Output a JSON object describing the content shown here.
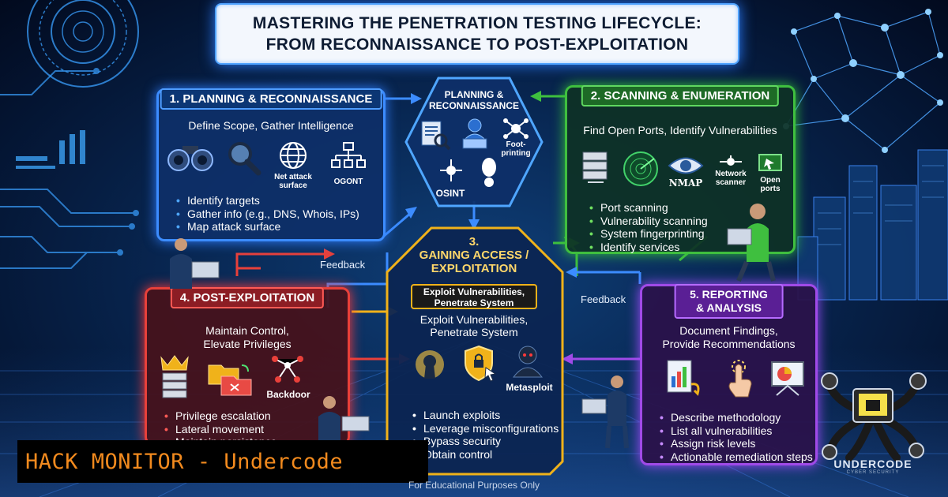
{
  "title": {
    "line1": "MASTERING THE PENETRATION TESTING LIFECYCLE:",
    "line2": "FROM RECONNAISSANCE TO POST-EXPLOITATION"
  },
  "center_top": {
    "title_line1": "PLANNING &",
    "title_line2": "RECONNAISSANCE",
    "footprinting_line1": "Foot-",
    "footprinting_line2": "printing",
    "osint": "OSINT"
  },
  "center_main": {
    "number": "3.",
    "title_line1": "GAINING ACCESS /",
    "title_line2": "EXPLOITATION",
    "tag_line1": "Exploit Vulnerabilities,",
    "tag_line2": "Penetrate System",
    "sub_line1": "Exploit Vulnerabilities,",
    "sub_line2": "Penetrate System",
    "metasploit": "Metasploit",
    "bullets": [
      "Launch exploits",
      "Leverage misconfigurations",
      "Bypass security",
      "Obtain control"
    ]
  },
  "panel1": {
    "header": "1. PLANNING & RECONNAISSANCE",
    "subtitle": "Define Scope, Gather Intelligence",
    "icon_caption_attack_line1": "Net attack",
    "icon_caption_attack_line2": "surface",
    "icon_caption_osint": "OGONT",
    "bullets": [
      "Identify targets",
      "Gather info (e.g., DNS, Whois, IPs)",
      "Map attack surface"
    ]
  },
  "panel2": {
    "header": "2. SCANNING & ENUMERATION",
    "subtitle": "Find Open Ports, Identify Vulnerabilities",
    "nmap": "NMAP",
    "network_line1": "Network",
    "network_line2": "scanner",
    "open_line1": "Open",
    "open_line2": "ports",
    "bullets": [
      "Port scanning",
      "Vulnerability scanning",
      "System fingerprinting",
      "Identify services"
    ]
  },
  "panel4": {
    "header": "4. POST-EXPLOITATION",
    "subtitle_line1": "Maintain Control,",
    "subtitle_line2": "Elevate Privileges",
    "backdoor": "Backdoor",
    "bullets": [
      "Privilege escalation",
      "Lateral movement",
      "Maintain persistence"
    ]
  },
  "panel5": {
    "header_line1": "5. REPORTING",
    "header_line2": "& ANALYSIS",
    "subtitle_line1": "Document Findings,",
    "subtitle_line2": "Provide Recommendations",
    "bullets": [
      "Describe methodology",
      "List all vulnerabilities",
      "Assign risk levels",
      "Actionable remediation steps"
    ]
  },
  "feedback_left": "Feedback",
  "feedback_right": "Feedback",
  "banner": "HACK MONITOR - Undercode",
  "footer": "For Educational Purposes Only",
  "logo": {
    "name": "UNDERCODE",
    "tagline": "CYBER SECURITY"
  },
  "colors": {
    "planning": "#3c8cff",
    "scanning": "#3fbf3f",
    "exploitation": "#f0b21a",
    "post_exploitation": "#e8403a",
    "reporting": "#a04ae8",
    "banner_text": "#f28a1e"
  }
}
